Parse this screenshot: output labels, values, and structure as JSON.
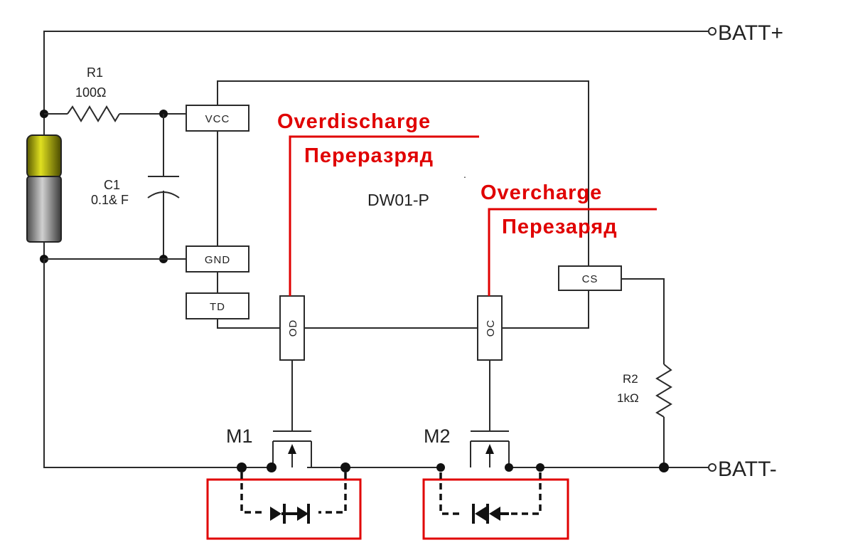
{
  "terminals": {
    "batt_plus": "BATT+",
    "batt_minus": "BATT-"
  },
  "r1": {
    "name": "R1",
    "value": "100Ω"
  },
  "r2": {
    "name": "R2",
    "value": "1kΩ"
  },
  "c1": {
    "name": "C1",
    "value": "0.1& F"
  },
  "ic": {
    "name": "DW01-P",
    "pins": {
      "vcc": "VCC",
      "gnd": "GND",
      "td": "TD",
      "cs": "CS",
      "od": "OD",
      "oc": "OC"
    }
  },
  "mosfets": {
    "m1": "M1",
    "m2": "M2"
  },
  "annotations": {
    "overdischarge_en": "Overdischarge",
    "overdischarge_ru": "Переразряд",
    "overcharge_en": "Overcharge",
    "overcharge_ru": "Перезаряд"
  },
  "colors": {
    "wire": "#2a2a2a",
    "annotation": "#e00000",
    "battery_top": "#c8c800",
    "battery_body": "#9a9a9a"
  }
}
